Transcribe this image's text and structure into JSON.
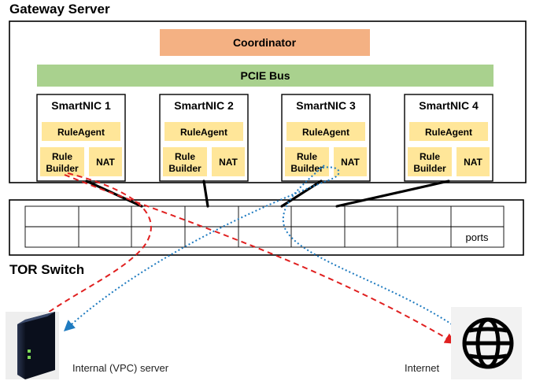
{
  "gateway": {
    "title": "Gateway Server"
  },
  "coordinator": {
    "label": "Coordinator",
    "color": "#F4B183"
  },
  "pcie": {
    "label": "PCIE Bus",
    "color": "#A9D18E"
  },
  "smartnics": [
    {
      "title": "SmartNIC 1",
      "agent": "RuleAgent",
      "builder_line1": "Rule",
      "builder_line2": "Builder",
      "nat": "NAT"
    },
    {
      "title": "SmartNIC 2",
      "agent": "RuleAgent",
      "builder_line1": "Rule",
      "builder_line2": "Builder",
      "nat": "NAT"
    },
    {
      "title": "SmartNIC 3",
      "agent": "RuleAgent",
      "builder_line1": "Rule",
      "builder_line2": "Builder",
      "nat": "NAT"
    },
    {
      "title": "SmartNIC 4",
      "agent": "RuleAgent",
      "builder_line1": "Rule",
      "builder_line2": "Builder",
      "nat": "NAT"
    }
  ],
  "component_color": "#FFE699",
  "tor": {
    "title": "TOR Switch",
    "ports_label": "ports"
  },
  "endpoints": {
    "internal": {
      "label": "Internal (VPC) server",
      "icon": "server-icon"
    },
    "internet": {
      "label": "Internet",
      "icon": "globe-icon"
    }
  },
  "paths": {
    "red_color": "#E02020",
    "blue_color": "#1F7BC0"
  }
}
